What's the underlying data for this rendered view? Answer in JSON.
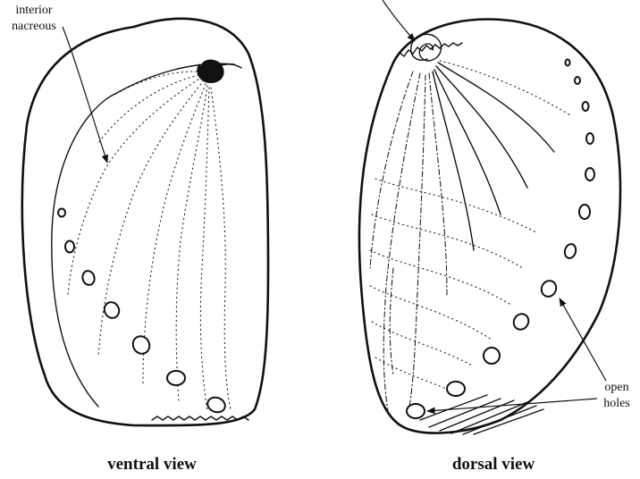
{
  "labels": {
    "interior_line1": "interior",
    "interior_line2": "nacreous",
    "open_line1": "open",
    "open_line2": "holes",
    "ventral_caption": "ventral view",
    "dorsal_caption": "dorsal view"
  },
  "colors": {
    "ink": "#111111",
    "background": "#ffffff"
  }
}
